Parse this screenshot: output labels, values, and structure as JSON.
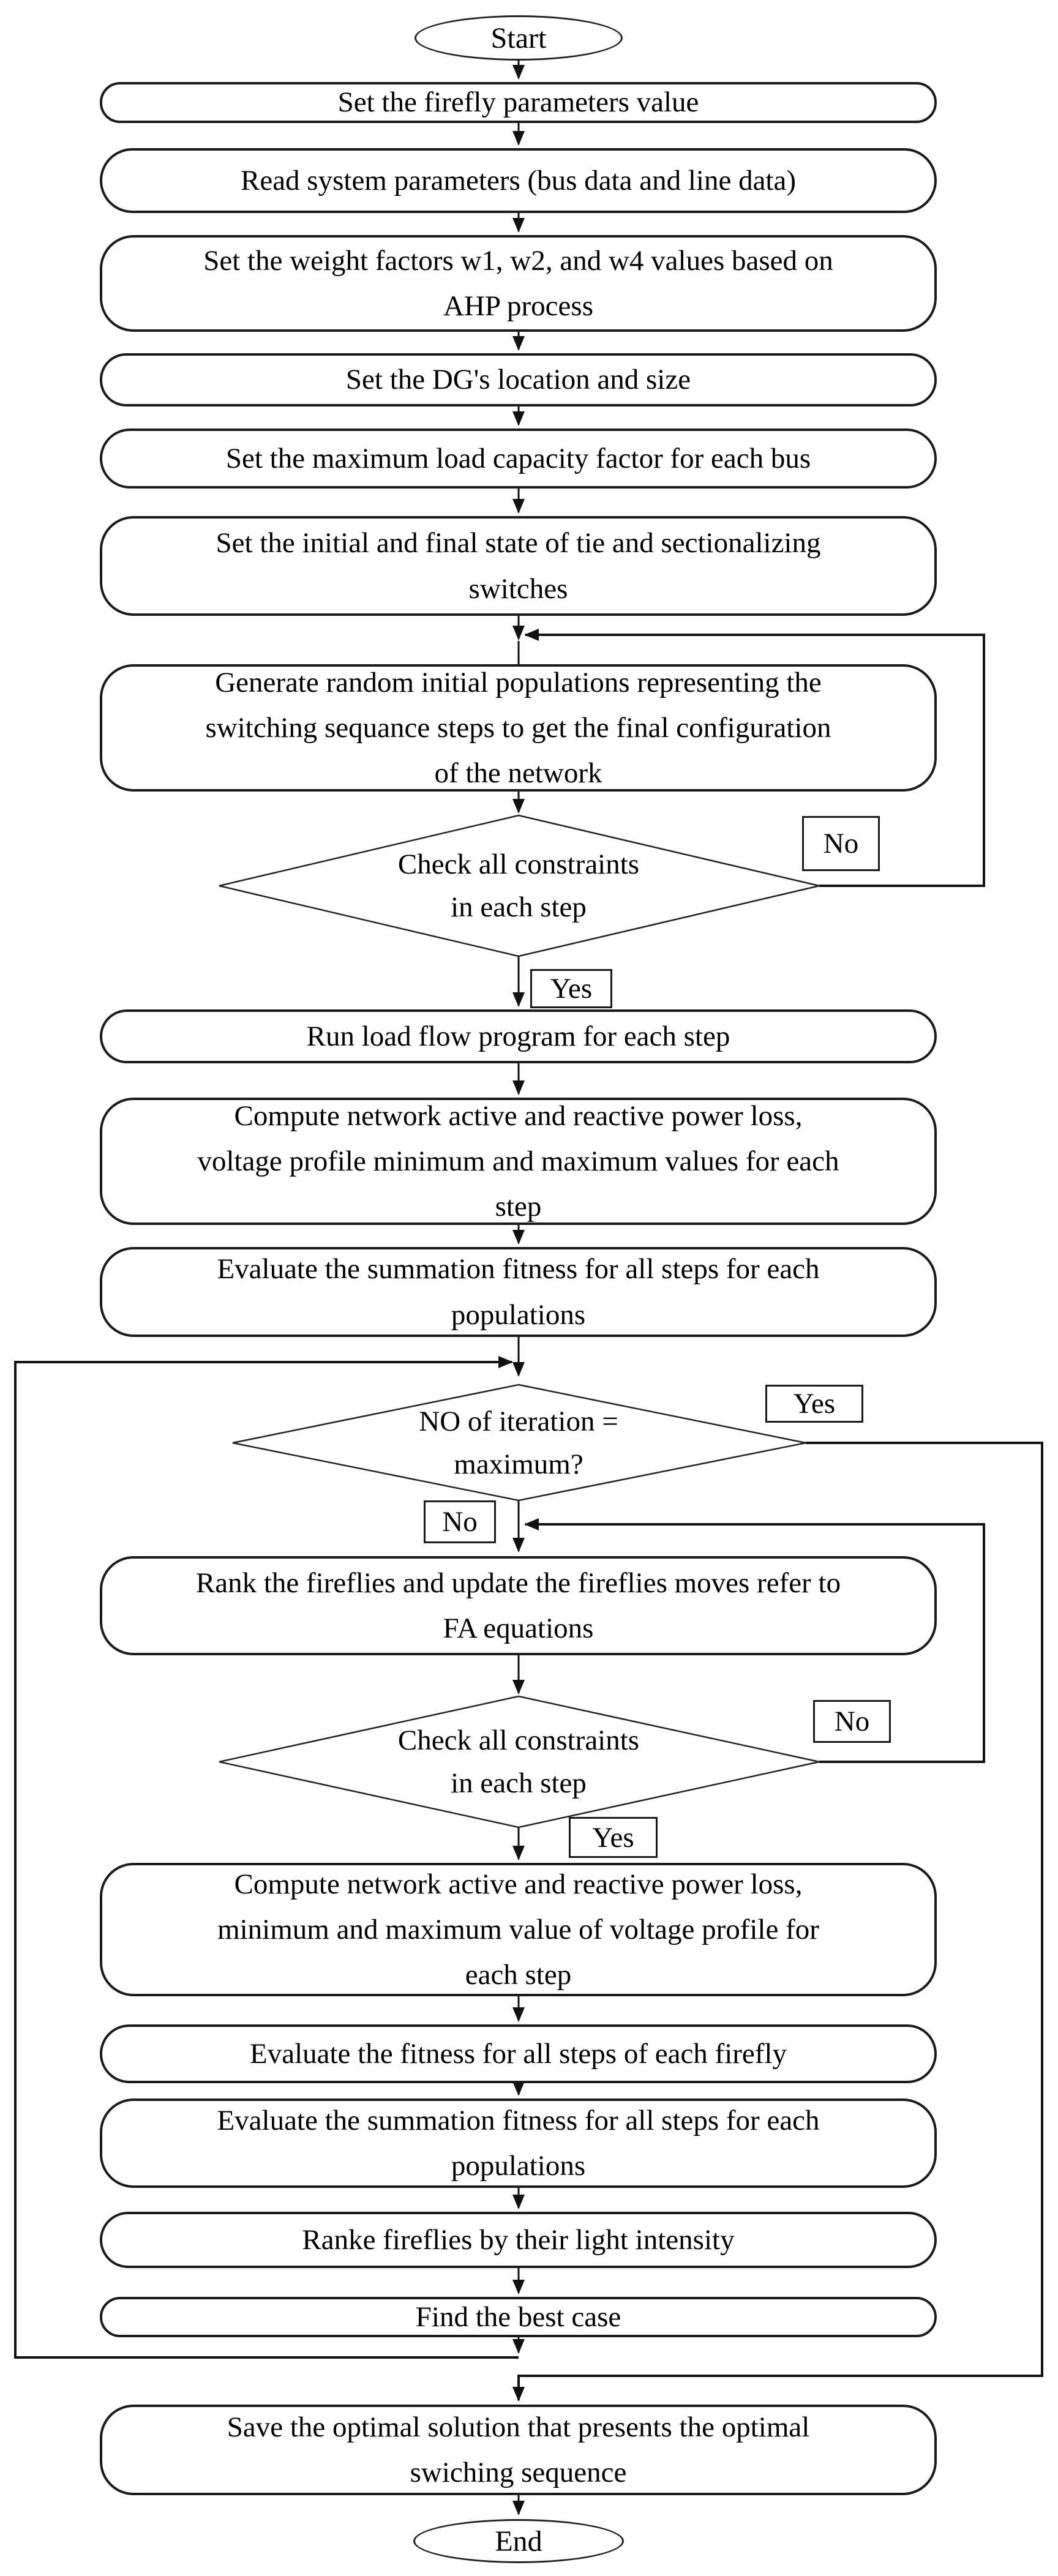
{
  "flowchart": {
    "background_color": "#ffffff",
    "line_color": "#1a1a1a",
    "text_color": "#000000",
    "nodes": {
      "start": "Start",
      "set_firefly_parameters": "Set the firefly parameters value",
      "read_system_parameters": "Read system parameters (bus data and line data)",
      "set_weight_factors": "Set the weight factors w1, w2, and w4 values based on\nAHP process",
      "set_dg_location": "Set the DG's location and size",
      "set_max_load_capacity": "Set the maximum load capacity factor for each bus",
      "set_switch_states": "Set the initial and final state of tie and sectionalizing\nswitches",
      "generate_populations": "Generate random initial populations representing the\nswitching sequance steps to get the final configuration\nof the network",
      "check_constraints_1": "Check all constraints\nin each step",
      "run_load_flow": "Run load flow program for each step",
      "compute_power_loss_1": "Compute network active and reactive power loss,\nvoltage profile minimum and maximum values for each\nstep",
      "evaluate_summation_fitness_1": "Evaluate the summation fitness for all steps for each\npopulations",
      "iteration_check": "NO of iteration =\nmaximum?",
      "rank_update_fireflies": "Rank the fireflies and update the fireflies moves refer to\nFA equations",
      "check_constraints_2": "Check all constraints\nin each step",
      "compute_power_loss_2": "Compute network active and reactive power loss,\nminimum and maximum value of voltage profile for\neach step",
      "evaluate_fitness_fireflies": "Evaluate the fitness for all steps of each firefly",
      "evaluate_summation_fitness_2": "Evaluate the summation fitness for all steps for each\npopulations",
      "rank_by_light_intensity": "Ranke fireflies by their light intensity",
      "find_best_case": "Find the best case",
      "save_optimal_solution": "Save the optimal solution that presents the optimal\nswiching sequence",
      "end": "End"
    },
    "branch_labels": {
      "yes": "Yes",
      "no": "No"
    }
  }
}
